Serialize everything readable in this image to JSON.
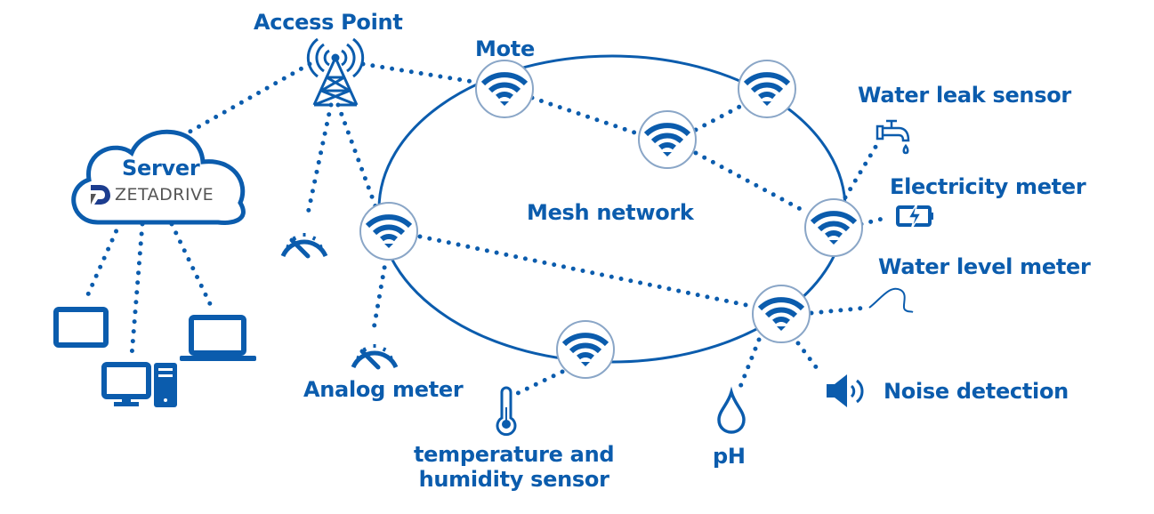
{
  "colors": {
    "primary": "#0b5cad",
    "mote_ring": "#8aa6c7",
    "brand_gray": "#555555",
    "background": "#ffffff"
  },
  "labels": {
    "access_point": "Access Point",
    "mote": "Mote",
    "server": "Server",
    "brand": "ZETADRIVE",
    "mesh_network": "Mesh network",
    "water_leak_sensor": "Water leak sensor",
    "electricity_meter": "Electricity meter",
    "water_level_meter": "Water level meter",
    "noise_detection": "Noise detection",
    "ph": "pH",
    "temperature_line1": "temperature and",
    "temperature_line2": "humidity sensor",
    "analog_meter": "Analog meter"
  },
  "icons": {
    "access_point": "cell-tower-icon",
    "server": "cloud-icon",
    "mote": "wifi-icon",
    "devices": [
      "tablet-icon",
      "desktop-computer-icon",
      "laptop-icon"
    ],
    "sensors": [
      "faucet-icon",
      "battery-charging-icon",
      "wave-icon",
      "speaker-icon",
      "water-drop-icon",
      "thermometer-icon",
      "gauge-icon"
    ]
  }
}
